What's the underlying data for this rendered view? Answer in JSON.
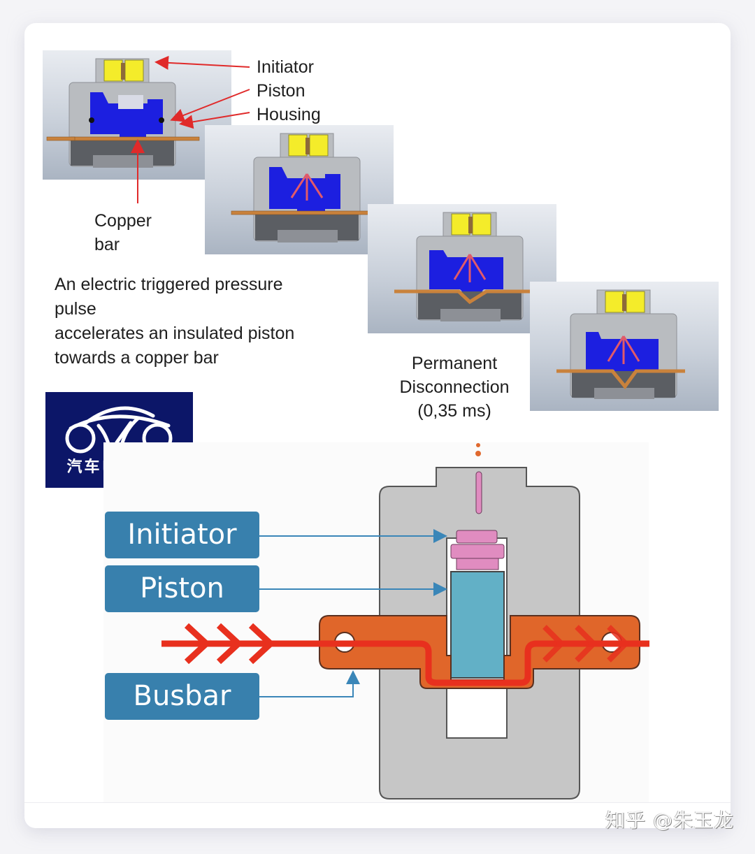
{
  "top_diagram": {
    "callouts": {
      "initiator": "Initiator",
      "piston": "Piston",
      "housing": "Housing",
      "copper_bar": [
        "Copper",
        "bar"
      ]
    },
    "description_lines": [
      "An electric triggered pressure",
      "pulse",
      "accelerates an insulated piston",
      "towards a copper bar"
    ],
    "caption_lines": [
      "Permanent",
      "Disconnection",
      "(0,35 ms)"
    ],
    "stages": [
      "initial",
      "pressure-pulse",
      "piston-impact",
      "disconnected"
    ]
  },
  "logo": {
    "text": "汽车电子设计",
    "background_color": "#0c1668"
  },
  "bottom_diagram": {
    "labels": {
      "initiator": "Initiator",
      "piston": "Piston",
      "busbar": "Busbar"
    },
    "colors": {
      "label_box": "#3880ad",
      "housing": "#c6c6c6",
      "initiator": "#e08cc0",
      "piston": "#62b0c6",
      "busbar": "#e0662a",
      "current_flow": "#e8301e"
    }
  },
  "watermark": "知乎 @朱玉龙"
}
